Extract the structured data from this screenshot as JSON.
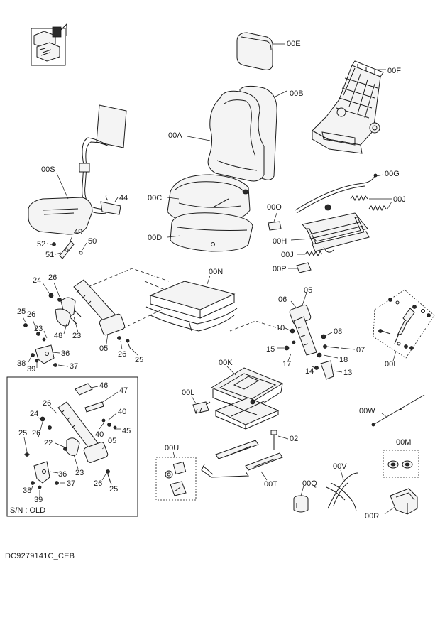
{
  "labels": {
    "00E": "00E",
    "00F": "00F",
    "00B": "00B",
    "00A": "00A",
    "00S": "00S",
    "00G": "00G",
    "00C": "00C",
    "44": "44",
    "00O": "00O",
    "00J_top": "00J",
    "00D": "00D",
    "00H": "00H",
    "00J_mid": "00J",
    "00P": "00P",
    "49": "49",
    "52": "52",
    "50": "50",
    "51": "51",
    "00N": "00N",
    "24_a": "24",
    "26_a": "26",
    "25_a": "25",
    "26_b": "26",
    "23_a": "23",
    "48": "48",
    "23_b": "23",
    "05_a": "05",
    "26_c": "26",
    "25_b": "25",
    "36_a": "36",
    "38_a": "38",
    "39_a": "39",
    "37_a": "37",
    "06": "06",
    "05_b": "05",
    "10": "10",
    "08": "08",
    "15": "15",
    "07": "07",
    "17": "17",
    "18": "18",
    "14": "14",
    "13": "13",
    "00I": "00I",
    "00K": "00K",
    "00L": "00L",
    "00W": "00W",
    "46": "46",
    "47": "47",
    "26_d": "26",
    "24_b": "24",
    "40_a": "40",
    "40_b": "40",
    "45": "45",
    "25_c": "25",
    "26_e": "26",
    "22": "22",
    "05_c": "05",
    "23_c": "23",
    "36_b": "36",
    "37_b": "37",
    "26_f": "26",
    "25_d": "25",
    "38_b": "38",
    "39_b": "39",
    "00U": "00U",
    "02": "02",
    "00M": "00M",
    "00V": "00V",
    "00T": "00T",
    "00Q": "00Q",
    "00R": "00R"
  },
  "inset_caption": "S/N : OLD",
  "drawing_code": "DC9279141C_CEB",
  "colors": {
    "ink": "#1a1a1a",
    "background": "#ffffff"
  }
}
